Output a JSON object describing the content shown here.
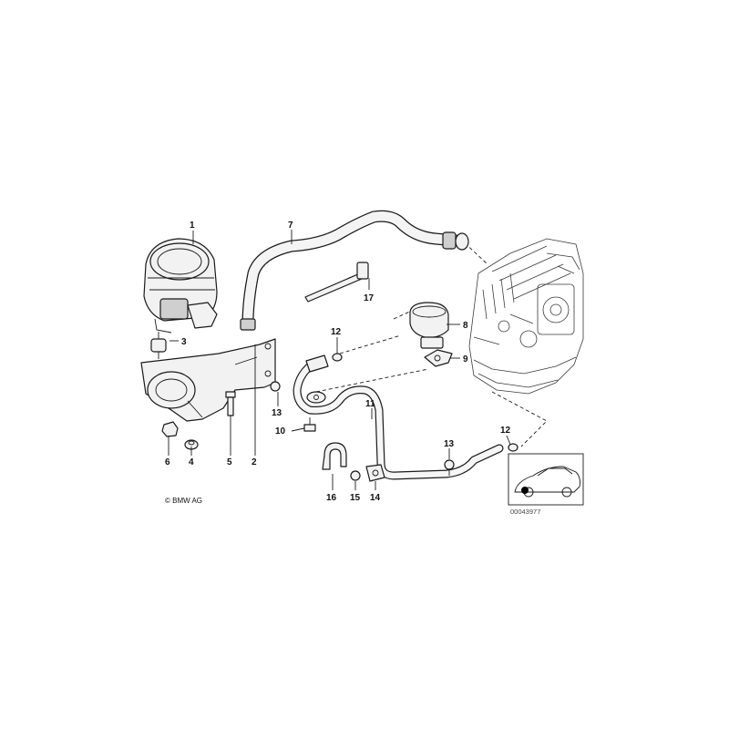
{
  "callouts": {
    "c1": "1",
    "c2": "2",
    "c3": "3",
    "c4": "4",
    "c5": "5",
    "c6": "6",
    "c7": "7",
    "c8": "8",
    "c9": "9",
    "c10": "10",
    "c11": "11",
    "c12a": "12",
    "c12b": "12",
    "c13a": "13",
    "c13b": "13",
    "c14": "14",
    "c15": "15",
    "c16": "16",
    "c17": "17"
  },
  "footer": {
    "copyright": "© BMW AG",
    "diagram_number": "00043977"
  }
}
